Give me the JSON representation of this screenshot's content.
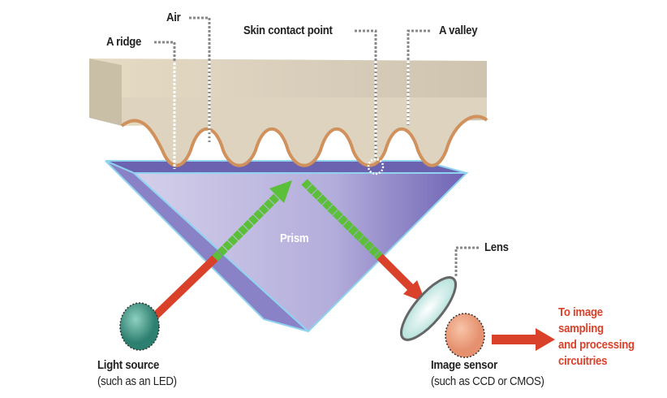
{
  "labels": {
    "ridge": "A ridge",
    "air": "Air",
    "contact": "Skin contact point",
    "valley": "A valley",
    "prism": "Prism",
    "lens": "Lens",
    "light_source": [
      "Light source",
      "(such as an LED)"
    ],
    "image_sensor": [
      "Image sensor",
      "(such as CCD or CMOS)"
    ],
    "output": [
      "To image",
      "sampling",
      "and processing",
      "circuitries"
    ]
  },
  "colors": {
    "skin": "#d9cfbc",
    "ridge_outline": "#d0915c",
    "prism": "#b6b0dc",
    "prism_edge": "#8fd3f0",
    "light_in": "#d9412a",
    "light_prism": "#5cbf3a",
    "led": "#3e9a88",
    "sensor": "#eea283",
    "lens": "#d8f0ee",
    "output_text": "#d9412a"
  }
}
